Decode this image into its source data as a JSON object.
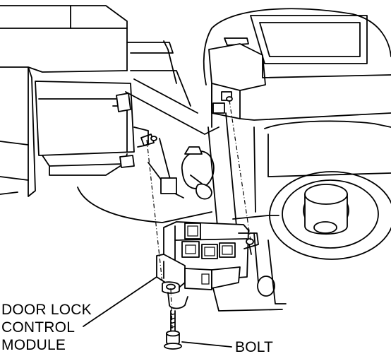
{
  "labels": {
    "module": [
      "DOOR LOCK",
      "CONTROL",
      "MODULE"
    ],
    "bolt": "BOLT"
  }
}
